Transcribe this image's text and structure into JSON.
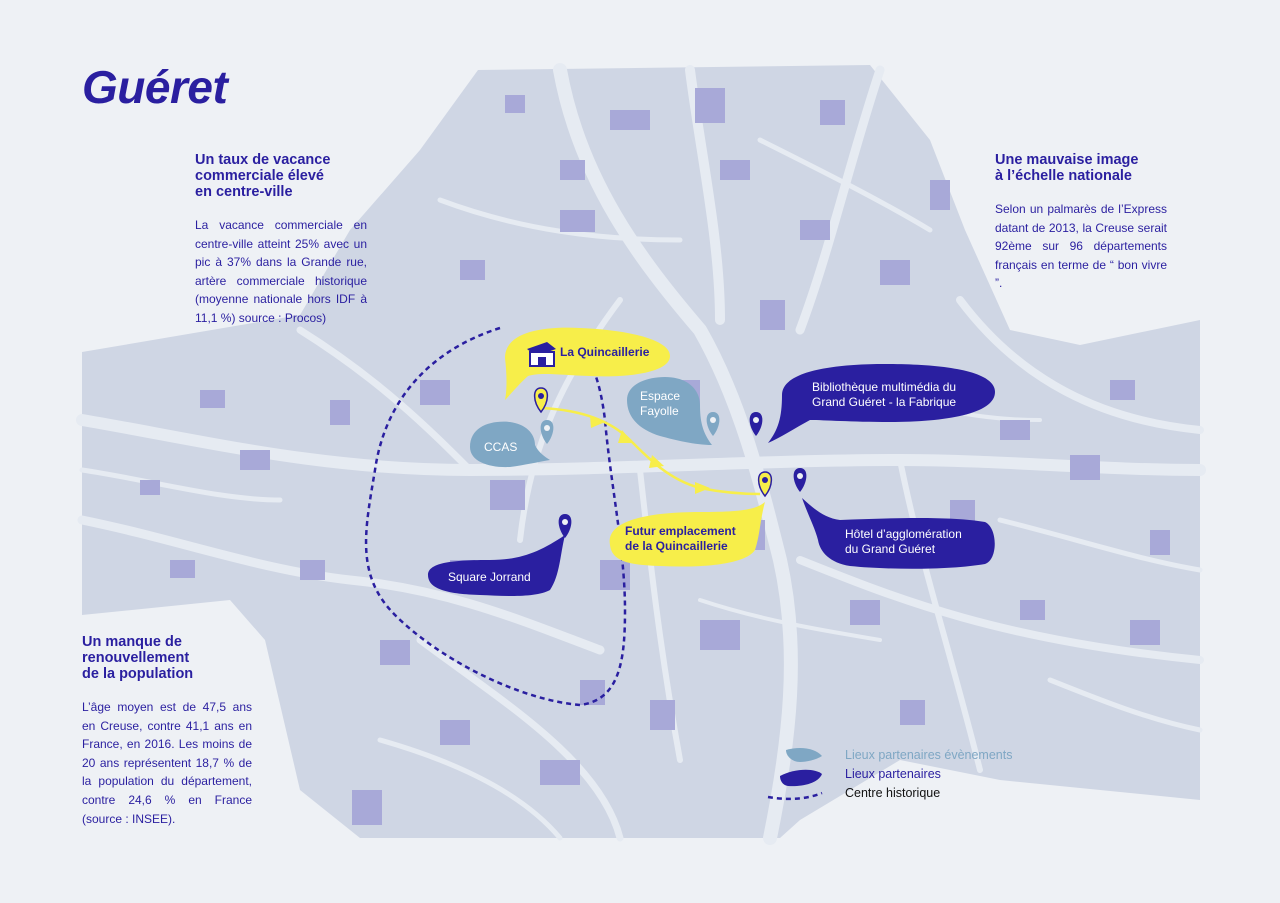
{
  "title": "Guéret",
  "sections": {
    "vacance": {
      "heading": "Un taux de vacance\ncommerciale élevé\nen centre-ville",
      "body": "La vacance commerciale en centre-ville atteint 25% avec un pic à 37% dans la Grande rue, artère commerciale historique (moyenne nationale hors IDF à 11,1 %) source : Procos)"
    },
    "image": {
      "heading": "Une mauvaise image\nà l’échelle nationale",
      "body": "Selon un palmarès de l’Express datant de 2013, la Creuse serait 92ème sur 96 départements français en terme de “ bon vivre ”."
    },
    "population": {
      "heading": "Un manque de\nrenouvellement\nde la population",
      "body": "L’âge moyen est de 47,5 ans en Creuse, contre 41,1 ans en France, en 2016. Les moins de 20 ans représentent 18,7 % de la population du département, contre 24,6 % en France (source : INSEE)."
    }
  },
  "places": {
    "quincaillerie": "La Quincaillerie",
    "futur": "Futur emplacement\nde la Quincaillerie",
    "ccas": "CCAS",
    "fayolle": "Espace\nFayolle",
    "bibliotheque": "Bibliothèque multimédia du\nGrand Guéret - la Fabrique",
    "hotel": "Hôtel d’agglomération\ndu Grand Guéret",
    "jorrand": "Square Jorrand"
  },
  "legend": {
    "evenements": "Lieux partenaires évènements",
    "partenaires": "Lieux partenaires",
    "historique": "Centre historique"
  },
  "colors": {
    "dark_blue": "#2a1fa0",
    "light_blue": "#7fa7c4",
    "yellow": "#f7ee4a",
    "map_base": "#cfd6e4",
    "buildings": "#a8a9d8",
    "roads": "#e4e9f1",
    "background": "#eef1f5"
  }
}
